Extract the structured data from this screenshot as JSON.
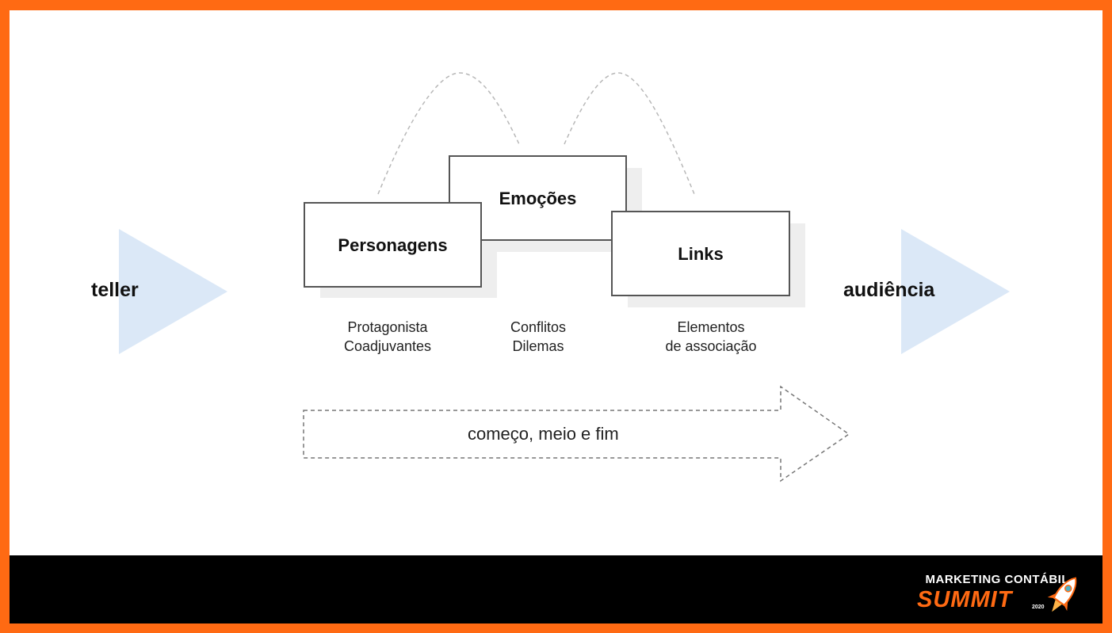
{
  "diagram": {
    "left_label": "teller",
    "right_label": "audiência",
    "cards": [
      {
        "title": "Personagens",
        "lines": [
          "Protagonista",
          "Coadjuvantes"
        ]
      },
      {
        "title": "Emoções",
        "lines": [
          "Conflitos",
          "Dilemas"
        ]
      },
      {
        "title": "Links",
        "lines": [
          "Elementos",
          "de associação"
        ]
      }
    ],
    "arrow_label": "começo, meio e fim"
  },
  "branding": {
    "logo_line1": "MARKETING CONTÁBIL",
    "logo_line2": "SUMMIT",
    "logo_year": "2020",
    "logo_icon": "rocket-icon"
  },
  "colors": {
    "frame": "#ff6a13",
    "triangle": "#dbe8f7",
    "footer": "#000000",
    "shadow": "#eeeeee"
  }
}
